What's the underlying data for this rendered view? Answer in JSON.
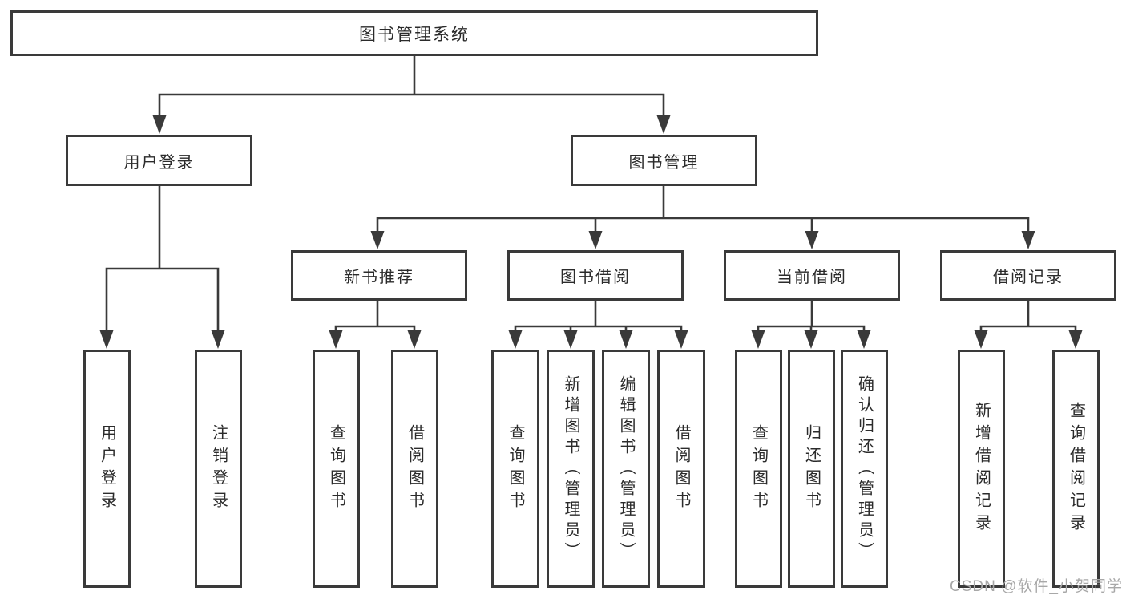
{
  "diagram_type": "hierarchy-tree",
  "colors": {
    "line": "#3a3a3a",
    "box_border": "#3a3a3a",
    "text": "#2b2b2b",
    "watermark": "#a8a8a8",
    "background": "#ffffff"
  },
  "tree": {
    "root": {
      "label": "图书管理系统"
    },
    "branches": [
      {
        "label": "用户登录",
        "children": [
          {
            "label": "用户登录"
          },
          {
            "label": "注销登录"
          }
        ]
      },
      {
        "label": "图书管理",
        "children": [
          {
            "label": "新书推荐",
            "children": [
              {
                "label": "查询图书"
              },
              {
                "label": "借阅图书"
              }
            ]
          },
          {
            "label": "图书借阅",
            "children": [
              {
                "label": "查询图书"
              },
              {
                "label": "新增图书（管理员）"
              },
              {
                "label": "编辑图书（管理员）"
              },
              {
                "label": "借阅图书"
              }
            ]
          },
          {
            "label": "当前借阅",
            "children": [
              {
                "label": "查询图书"
              },
              {
                "label": "归还图书"
              },
              {
                "label": "确认归还（管理员）"
              }
            ]
          },
          {
            "label": "借阅记录",
            "children": [
              {
                "label": "新增借阅记录"
              },
              {
                "label": "查询借阅记录"
              }
            ]
          }
        ]
      }
    ]
  },
  "watermark": {
    "text": "CSDN @软件_小贺同学"
  }
}
